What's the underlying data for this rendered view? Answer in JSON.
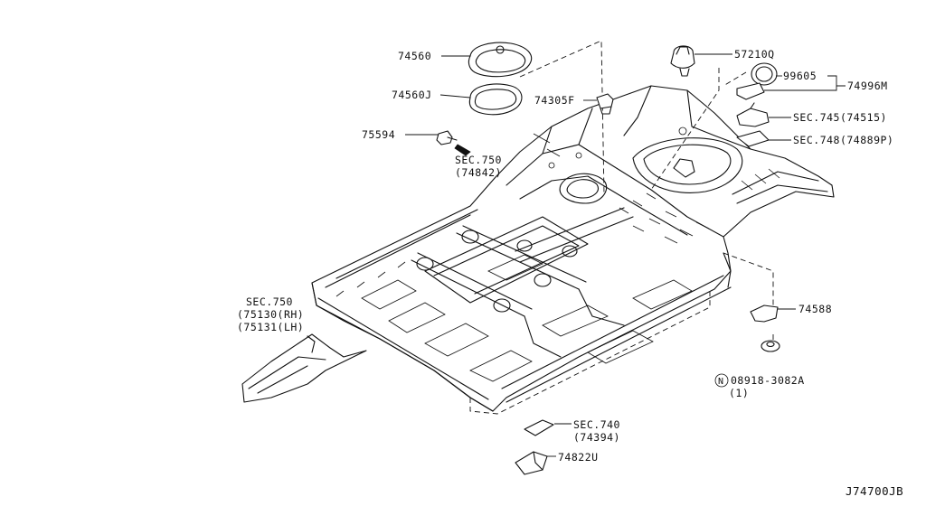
{
  "callouts": {
    "p74560": "74560",
    "p74560j": "74560J",
    "p75594": "75594",
    "sec750_top": "SEC.750",
    "sec750_top_ref": "(74842)",
    "p74305f": "74305F",
    "p57210q": "57210Q",
    "p99605": "99605",
    "p74996m": "74996M",
    "sec745": "SEC.745(74515)",
    "sec748": "SEC.748(74889P)",
    "sec750_side": "SEC.750",
    "sec750_side_rh": "(75130(RH)",
    "sec750_side_lh": "(75131(LH)",
    "p74588": "74588",
    "nut_symbol": "N",
    "p08918": "08918-3082A",
    "p08918_qty": "(1)",
    "sec740": "SEC.740",
    "sec740_ref": "(74394)",
    "p74822u": "74822U"
  },
  "diagram_code": "J74700JB"
}
